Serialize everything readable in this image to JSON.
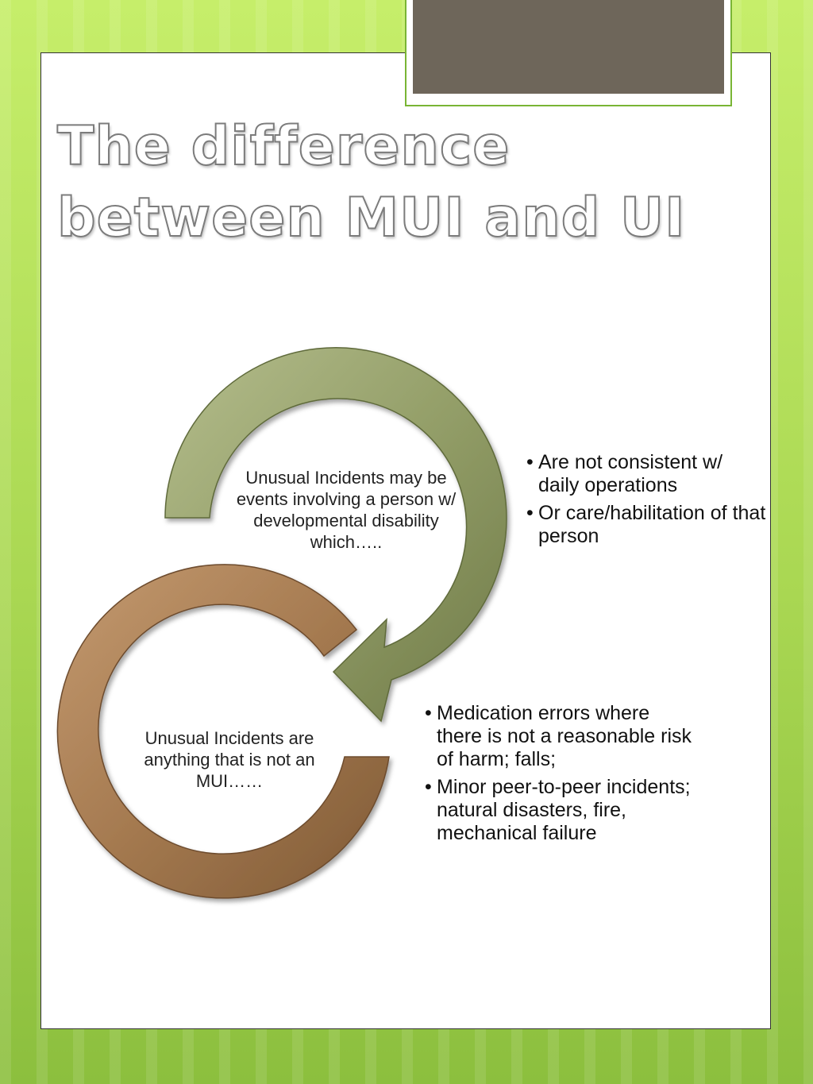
{
  "slide": {
    "title": "The difference\nbetween MUI and UI"
  },
  "colors": {
    "background_green": "#b5e05a",
    "green_arrow": "#8f9a65",
    "brown_arrow": "#a47a52",
    "tab_fill": "#6e665a",
    "tab_border": "#79b534"
  },
  "diagram": {
    "top_cycle": {
      "text": "Unusual Incidents may be events involving a person w/ developmental disability which…..",
      "bullets": [
        "Are not consistent w/ daily operations",
        "Or care/habilitation of that person"
      ]
    },
    "bottom_cycle": {
      "text": "Unusual Incidents are anything that is not an MUI……",
      "bullets": [
        "Medication errors where there is not a reasonable risk of harm; falls;",
        "Minor peer-to-peer incidents; natural disasters, fire, mechanical failure"
      ]
    }
  }
}
